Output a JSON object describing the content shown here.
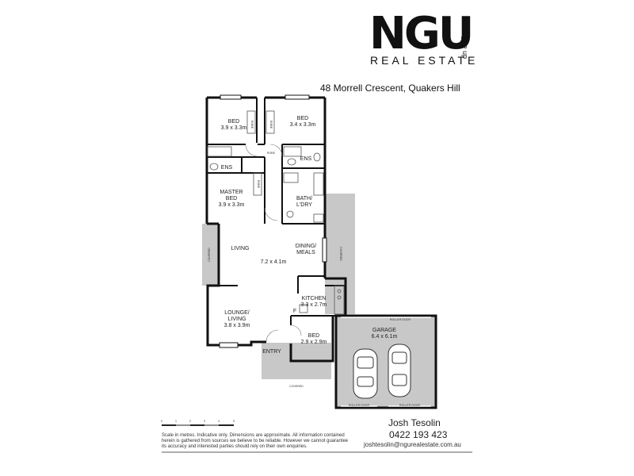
{
  "brand": {
    "logo": "NGU",
    "tagline": "never give up",
    "subtitle": "REAL ESTATE"
  },
  "address": "48 Morrell Crescent, Quakers Hill",
  "rooms": [
    {
      "id": "bed1",
      "name": "BED",
      "dims": "3.9 x 3.3m"
    },
    {
      "id": "bed2",
      "name": "BED",
      "dims": "3.4 x 3.3m"
    },
    {
      "id": "ens1",
      "name": "ENS"
    },
    {
      "id": "ens2",
      "name": "ENS"
    },
    {
      "id": "master",
      "name": "MASTER",
      "name2": "BED",
      "dims": "3.9 x 3.3m"
    },
    {
      "id": "bath",
      "name": "BATH/",
      "name2": "L'DRY"
    },
    {
      "id": "living",
      "name": "LIVING"
    },
    {
      "id": "living_dims",
      "dims": "7.2 x 4.1m"
    },
    {
      "id": "dining",
      "name": "DINING/",
      "name2": "MEALS"
    },
    {
      "id": "kitchen",
      "name": "KITCHEN",
      "dims": "3.3 x 2.7m"
    },
    {
      "id": "lounge",
      "name": "LOUNGE/",
      "name2": "LIVING",
      "dims": "3.8 x 3.9m"
    },
    {
      "id": "bed3",
      "name": "BED",
      "dims": "2.9 x 2.9m"
    },
    {
      "id": "garage",
      "name": "GARAGE",
      "dims": "6.4 x 6.1m"
    },
    {
      "id": "entry",
      "name": "ENTRY"
    }
  ],
  "small_labels": {
    "robe": "ROBE",
    "fridge": "F",
    "covered": "COVERED",
    "roller_door": "ROLLER DOOR"
  },
  "scale_ticks": [
    "0",
    "1",
    "2",
    "3",
    "4",
    "5"
  ],
  "disclaimer": "Scale in metres. Indicative only. Dimensions are approximate. All information contained herein is gathered from sources we believe to be reliable. However we cannot guarantee its accuracy and interested parties should rely on their own enquiries.",
  "agent": {
    "name": "Josh Tesolin",
    "phone": "0422 193 423",
    "email": "joshtesolin@ngurealestate.com.au"
  }
}
